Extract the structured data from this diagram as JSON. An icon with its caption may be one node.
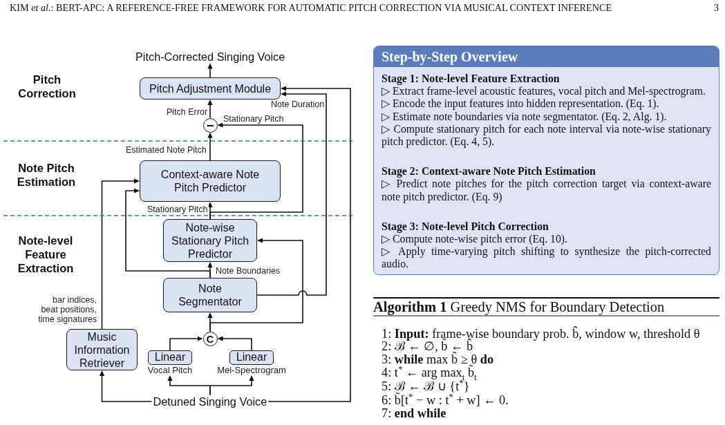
{
  "diagram": {
    "nodes": [
      {
        "text": [
          "Pitch-Corrected Singing Voice"
        ]
      },
      {
        "text": [
          "Pitch Adjustment Module"
        ]
      },
      {
        "text": [
          "−"
        ]
      },
      {
        "text": [
          "Context-aware Note Pitch Predictor"
        ]
      },
      {
        "text": [
          "Note-wise Stationary Pitch Predictor"
        ]
      },
      {
        "text": [
          "Note Segmentator"
        ]
      },
      {
        "text": [
          "C"
        ]
      },
      {
        "text": [
          "Music Information Retriever"
        ]
      },
      {
        "text": [
          "Linear"
        ],
        "beside": [
          "Vocal Pitch"
        ]
      },
      {
        "text": [
          "Linear"
        ],
        "beside": [
          "Mel-Spectrogram"
        ]
      },
      {
        "text": [
          "Detuned Singing Voice"
        ]
      },
      {
        "text": [
          "Step-by-Step Overview",
          "Stage 1: Note-level Feature Extraction",
          "▷ Extract frame-level acoustic features, vocal pitch and Mel-spectrogram.",
          "▷ Encode the input features into hidden representation. (Eq. 1).",
          "▷ Estimate note boundaries via note segmentator. (Eq. 2, Alg. 1).",
          "▷ Compute stationary pitch for each note interval via note-wise stationary pitch predictor. (Eq. 4, 5).",
          "Stage 2: Context-aware Note Pitch Estimation",
          "▷ Predict note pitches for the pitch correction target via context-aware note pitch predictor. (Eq. 9)",
          "Stage 3: Note-level Pitch Correction",
          "▷ Compute note-wise pitch error (Eq. 10).",
          "▷ Apply time-varying pitch shifting to synthesize the pitch-corrected audio."
        ]
      }
    ],
    "edges": [
      {
        "from": 1,
        "to": 0,
        "arrow": "to"
      },
      {
        "from": 2,
        "to": 1,
        "arrow": "to",
        "label": "Pitch Error"
      },
      {
        "from": 3,
        "to": 2,
        "arrow": "to",
        "label": "Estimated Note Pitch"
      },
      {
        "from": 4,
        "to": 3,
        "arrow": "to",
        "label": "Stationary Pitch"
      },
      {
        "from": 4,
        "to": 2,
        "arrow": "to",
        "label": "Stationary Pitch"
      },
      {
        "from": 5,
        "to": 4,
        "arrow": "to",
        "label": "Note Boundaries"
      },
      {
        "from": 5,
        "to": 3,
        "arrow": "to"
      },
      {
        "from": 5,
        "to": 1,
        "arrow": "to",
        "label": "Note Duration"
      },
      {
        "from": 6,
        "to": 5,
        "arrow": "to"
      },
      {
        "from": 6,
        "to": 4,
        "arrow": "to"
      },
      {
        "from": 8,
        "to": 6,
        "arrow": "to"
      },
      {
        "from": 9,
        "to": 6,
        "arrow": "to"
      },
      {
        "from": 10,
        "to": 8,
        "arrow": "to"
      },
      {
        "from": 10,
        "to": 9,
        "arrow": "to"
      },
      {
        "from": 10,
        "to": 7,
        "arrow": "to"
      },
      {
        "from": 10,
        "to": 1,
        "arrow": "to"
      },
      {
        "from": 7,
        "to": 3,
        "arrow": "to",
        "label": "bar indices, beat positions, time signatures"
      }
    ],
    "labels": [
      "KIM *et al.*: BERT-APC: A REFERENCE-FREE FRAMEWORK FOR AUTOMATIC PITCH CORRECTION VIA MUSICAL CONTEXT INFERENCE",
      "3",
      "Pitch Correction",
      "Note Pitch Estimation",
      "Note-level Feature Extraction",
      "**Algorithm 1** Greedy NMS for Boundary Detection",
      "1: **Input:** frame-wise boundary prob. b̂, window w, threshold θ",
      "2: ℬ ← ∅, b̃ ← b̂",
      "3: **while** max b̃ ≥ θ **do**",
      "4: t$^{*}$ ← arg max$_{t}$ b̃$_{t}$",
      "5: ℬ ← ℬ ∪ {t$^{*}$}",
      "6: b̃[t$^{*}$ − w : t$^{*}$ + w] ← 0.",
      "7: **end while**"
    ]
  }
}
